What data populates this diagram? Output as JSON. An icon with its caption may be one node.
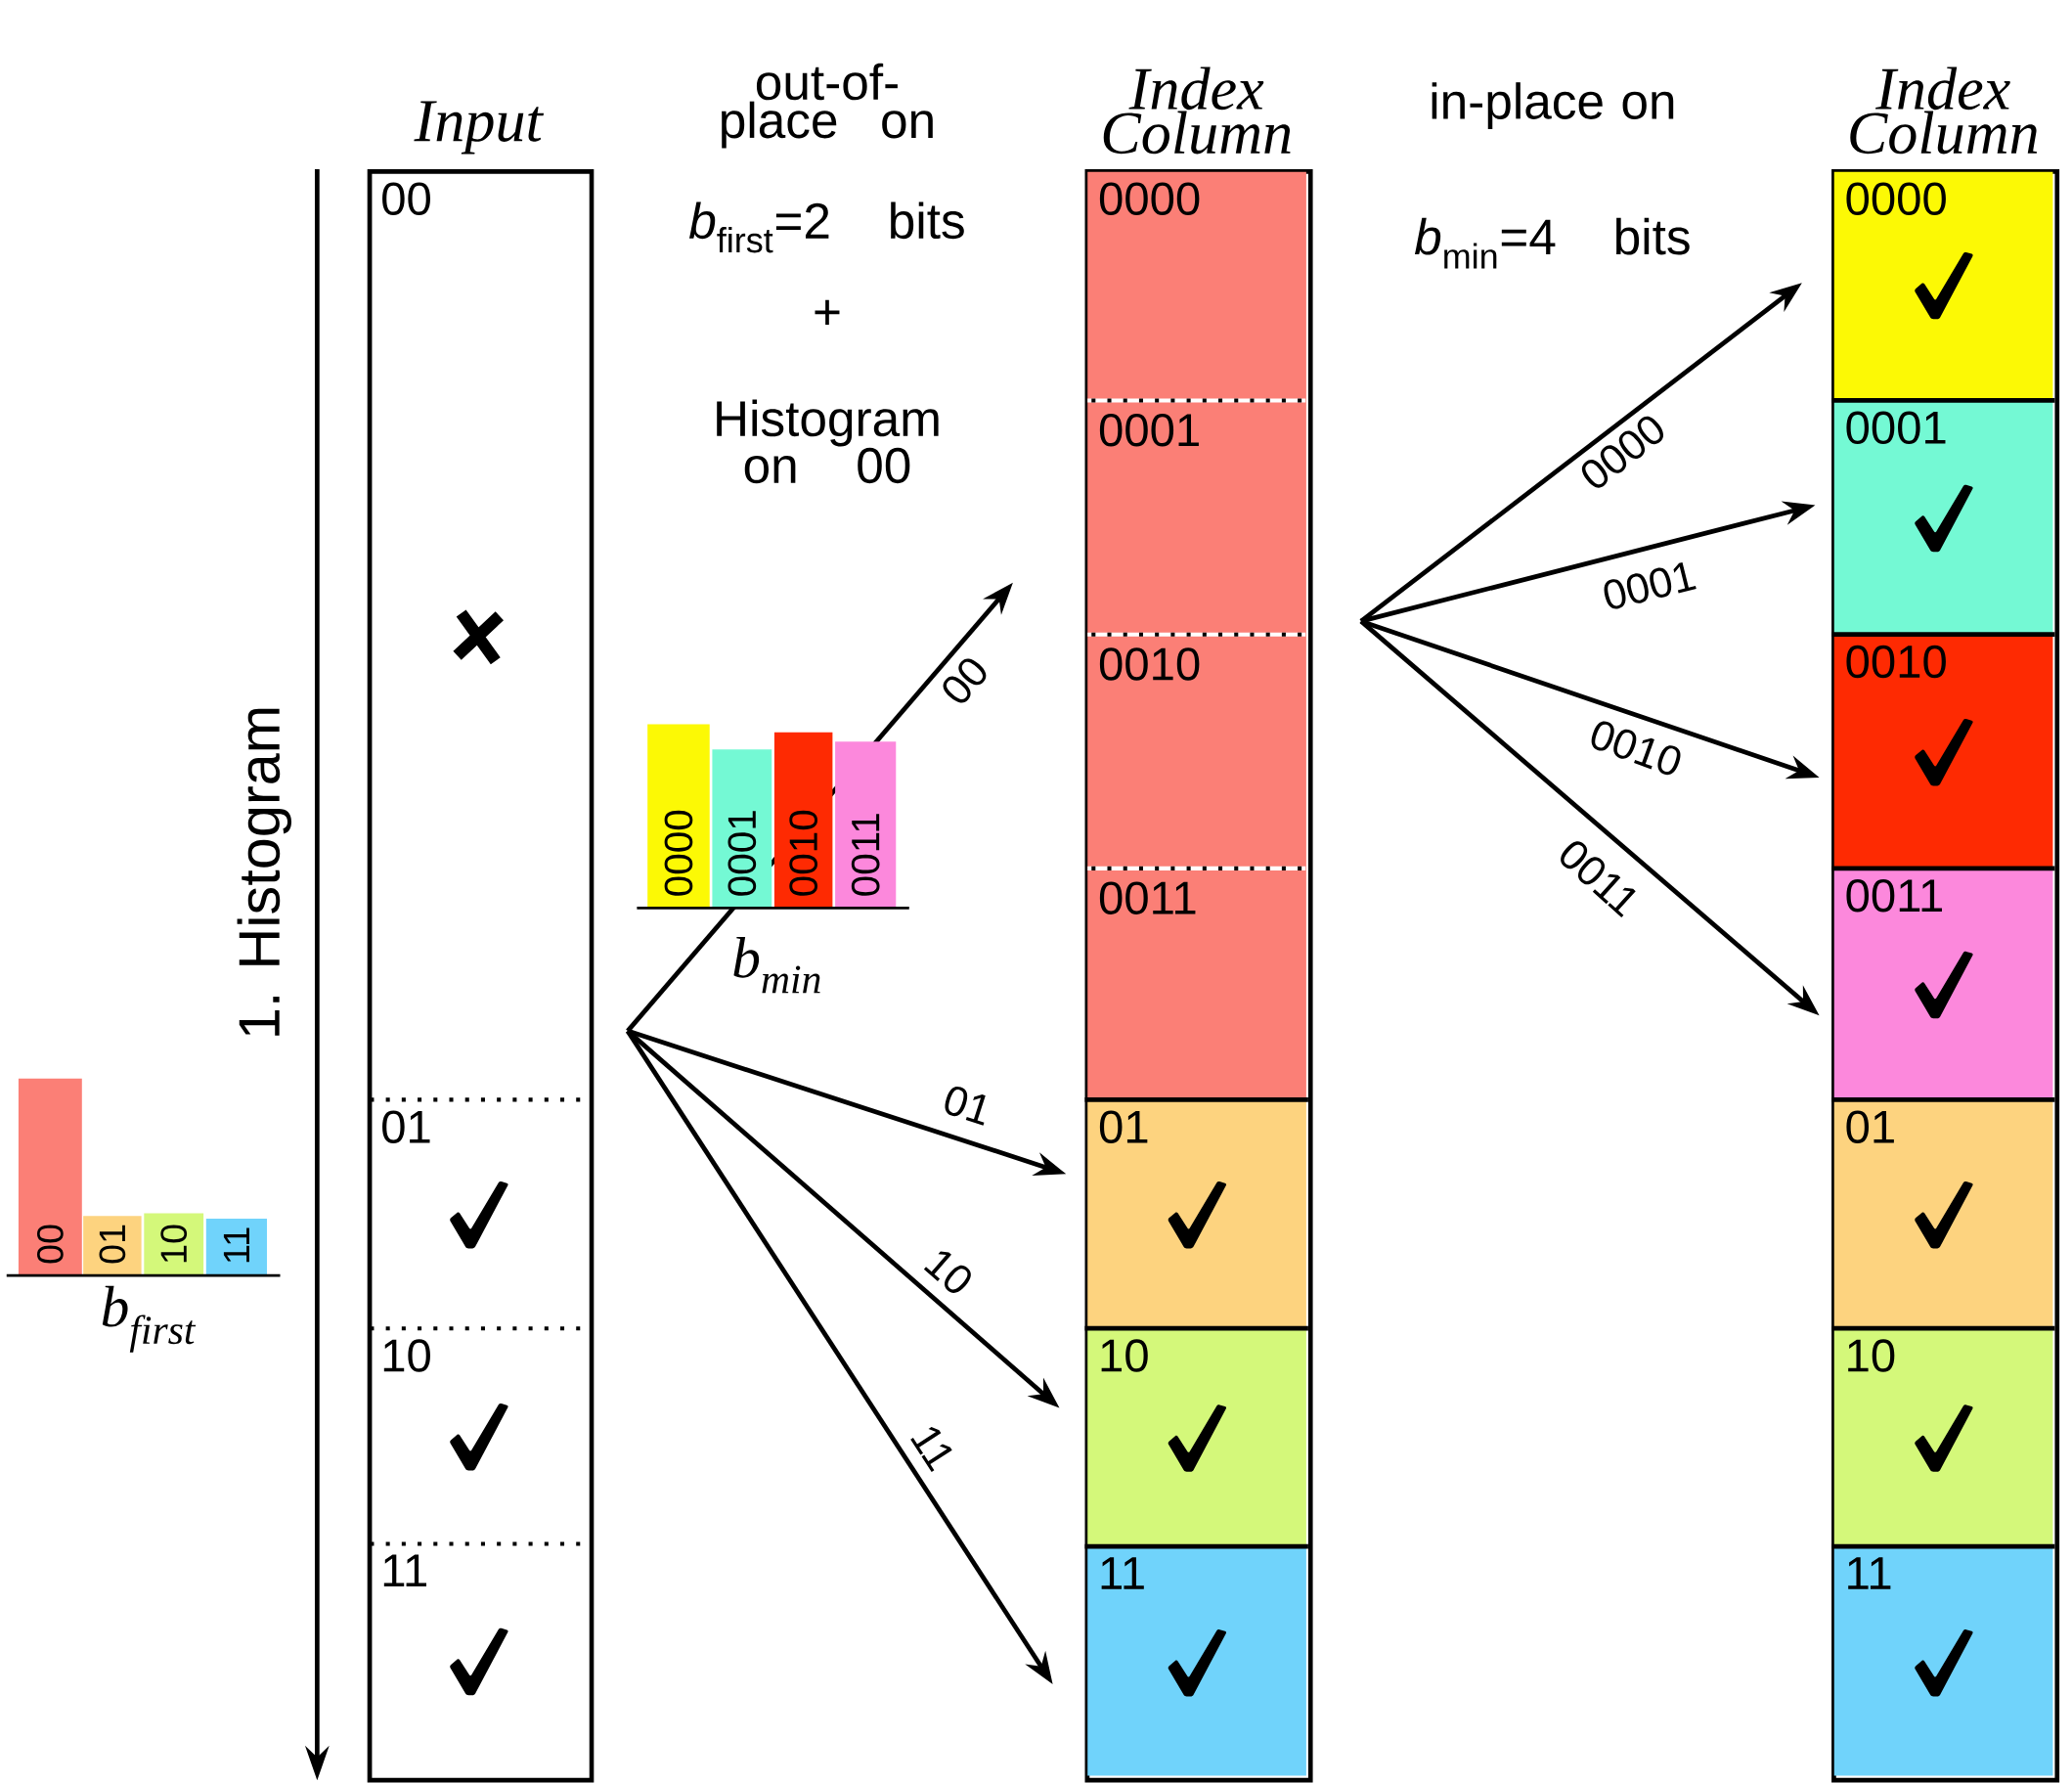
{
  "diagram": {
    "nodes": [
      {
        "text": [
          "Input"
        ]
      },
      {
        "text": [
          "00"
        ],
        "in": 0
      },
      {
        "text": [
          "01"
        ],
        "in": 0
      },
      {
        "text": [
          "10"
        ],
        "in": 0
      },
      {
        "text": [
          "11"
        ],
        "in": 0
      },
      {
        "text": [
          "Index Column"
        ]
      },
      {
        "text": [],
        "shape": "box",
        "in": 5
      },
      {
        "text": [
          "0000"
        ],
        "in": 6
      },
      {
        "text": [
          "0001"
        ],
        "in": 6
      },
      {
        "text": [
          "0010"
        ],
        "in": 6
      },
      {
        "text": [
          "0011"
        ],
        "in": 6
      },
      {
        "text": [
          "01"
        ],
        "in": 5
      },
      {
        "text": [
          "10"
        ],
        "in": 5
      },
      {
        "text": [
          "11"
        ],
        "in": 5
      },
      {
        "text": [
          "Index Column"
        ]
      },
      {
        "text": [
          "0000"
        ],
        "in": 14
      },
      {
        "text": [
          "0001"
        ],
        "in": 14
      },
      {
        "text": [
          "0010"
        ],
        "in": 14
      },
      {
        "text": [
          "0011"
        ],
        "in": 14
      },
      {
        "text": [
          "01"
        ],
        "in": 14
      },
      {
        "text": [
          "10"
        ],
        "in": 14
      },
      {
        "text": [
          "11"
        ],
        "in": 14
      }
    ],
    "edges": [
      {
        "from": null,
        "to": 6,
        "arrow": "to",
        "label": "00"
      },
      {
        "from": null,
        "to": 11,
        "arrow": "to",
        "label": "01"
      },
      {
        "from": null,
        "to": 12,
        "arrow": "to",
        "label": "10"
      },
      {
        "from": null,
        "to": 13,
        "arrow": "to",
        "label": "11"
      },
      {
        "from": null,
        "to": 15,
        "arrow": "to",
        "label": "0000"
      },
      {
        "from": null,
        "to": 16,
        "arrow": "to",
        "label": "0001"
      },
      {
        "from": null,
        "to": 17,
        "arrow": "to",
        "label": "0010"
      },
      {
        "from": null,
        "to": 18,
        "arrow": "to",
        "label": "0011"
      }
    ],
    "labels": [
      "out-of-place on",
      "*b*$_{first}$=2 bits",
      "+",
      "Histogram on 00",
      "in-place on",
      "*b*$_{min}$=4 bits",
      "1. Histogram",
      "00",
      "01",
      "10",
      "11",
      "b$_{first}$",
      "0000",
      "0001",
      "0010",
      "0011",
      "b$_{min}$"
    ]
  }
}
